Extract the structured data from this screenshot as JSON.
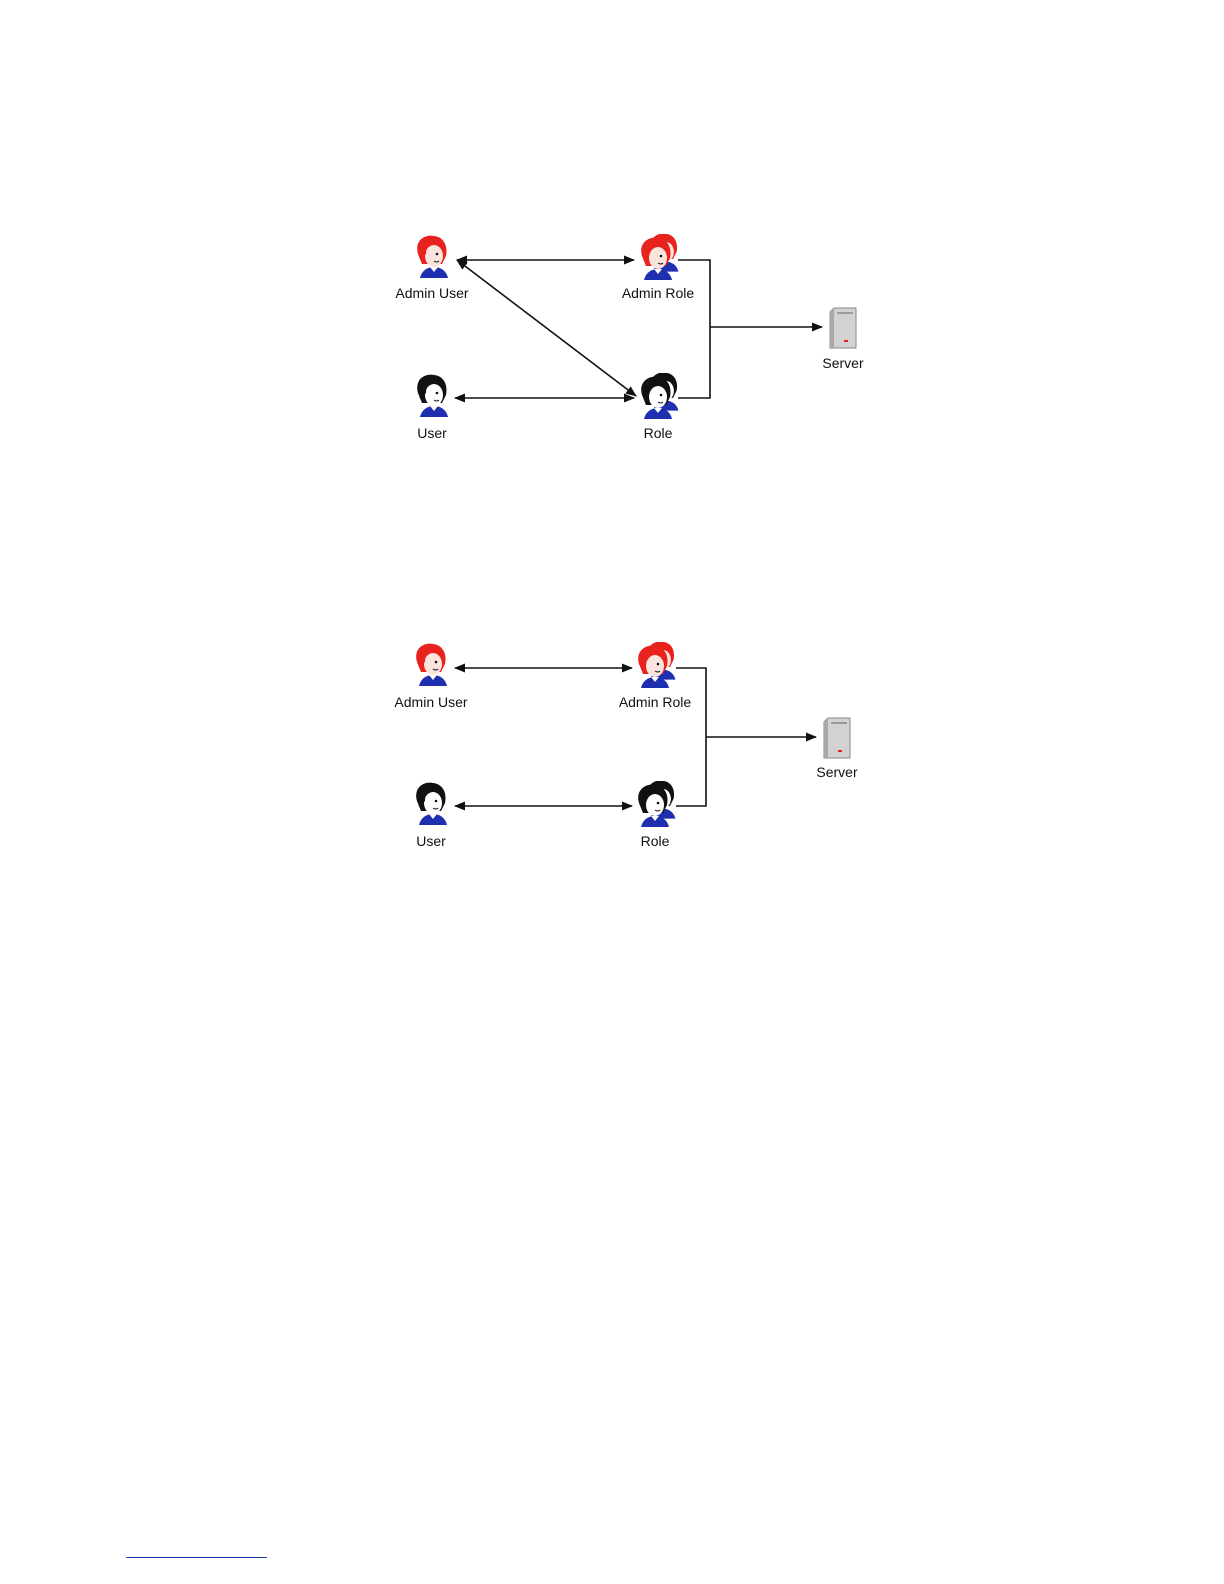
{
  "colors": {
    "admin_hair": "#e8231e",
    "user_hair": "#111111",
    "skin": "#fbe4dd",
    "shirt": "#1e2fb0",
    "server_body": "#c8c8c8",
    "server_led": "#e02020",
    "line": "#111111",
    "footnote_rule": "#1a3fa8"
  },
  "figures": [
    {
      "name": "figure-1",
      "nodes": {
        "admin_user": {
          "label": "Admin User",
          "icon": "admin-user-icon"
        },
        "admin_role": {
          "label": "Admin Role",
          "icon": "admin-role-icon"
        },
        "user": {
          "label": "User",
          "icon": "user-icon"
        },
        "role": {
          "label": "Role",
          "icon": "role-icon"
        },
        "server": {
          "label": "Server",
          "icon": "server-icon"
        }
      },
      "edges": [
        {
          "from": "Admin User",
          "to": "Admin Role",
          "kind": "bidirectional"
        },
        {
          "from": "Admin User",
          "to": "Role",
          "kind": "bidirectional"
        },
        {
          "from": "User",
          "to": "Role",
          "kind": "bidirectional"
        },
        {
          "from": "Admin Role + Role",
          "to": "Server",
          "kind": "merged-arrow"
        }
      ]
    },
    {
      "name": "figure-2",
      "nodes": {
        "admin_user": {
          "label": "Admin User",
          "icon": "admin-user-icon"
        },
        "admin_role": {
          "label": "Admin Role",
          "icon": "admin-role-icon"
        },
        "user": {
          "label": "User",
          "icon": "user-icon"
        },
        "role": {
          "label": "Role",
          "icon": "role-icon"
        },
        "server": {
          "label": "Server",
          "icon": "server-icon"
        }
      },
      "edges": [
        {
          "from": "Admin User",
          "to": "Admin Role",
          "kind": "bidirectional"
        },
        {
          "from": "User",
          "to": "Role",
          "kind": "bidirectional"
        },
        {
          "from": "Admin Role + Role",
          "to": "Server",
          "kind": "merged-arrow"
        }
      ]
    }
  ]
}
